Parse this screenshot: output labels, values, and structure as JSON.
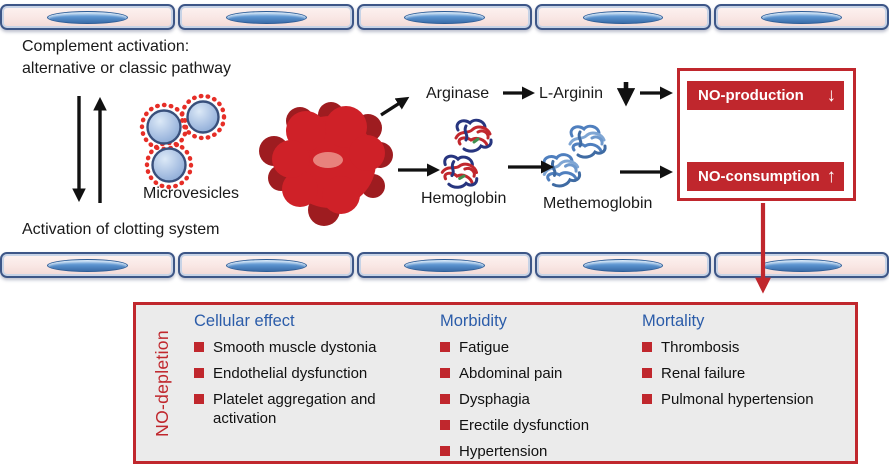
{
  "colors": {
    "accent_red": "#c0272d",
    "heading_blue": "#2b5ca9",
    "box_gray": "#ebebeb",
    "cell_pink": "#f9e8e5",
    "nucleus_blue": "#4a84c4"
  },
  "top_labels": {
    "complement_1": "Complement activation:",
    "complement_2": "alternative or classic pathway",
    "microvesicles": "Microvesicles",
    "clotting": "Activation of clotting system"
  },
  "pathway": {
    "arginase": "Arginase",
    "l_arginin": "L-Arginin",
    "hemoglobin": "Hemoglobin",
    "methemoglobin": "Methemoglobin"
  },
  "no_boxes": {
    "production_label": "NO-production",
    "production_arrow": "↓",
    "consumption_label": "NO-consumption",
    "consumption_arrow": "↑"
  },
  "depletion_box": {
    "side_label": "NO-depletion",
    "columns": [
      {
        "heading": "Cellular effect",
        "items": [
          "Smooth muscle dystonia",
          "Endothelial dysfunction",
          "Platelet aggregation and activation"
        ]
      },
      {
        "heading": "Morbidity",
        "items": [
          "Fatigue",
          "Abdominal pain",
          "Dysphagia",
          "Erectile dysfunction",
          "Hypertension"
        ]
      },
      {
        "heading": "Mortality",
        "items": [
          "Thrombosis",
          "Renal failure",
          "Pulmonal hypertension"
        ]
      }
    ]
  },
  "vessel": {
    "rows": 2,
    "cells_per_row": 5
  }
}
